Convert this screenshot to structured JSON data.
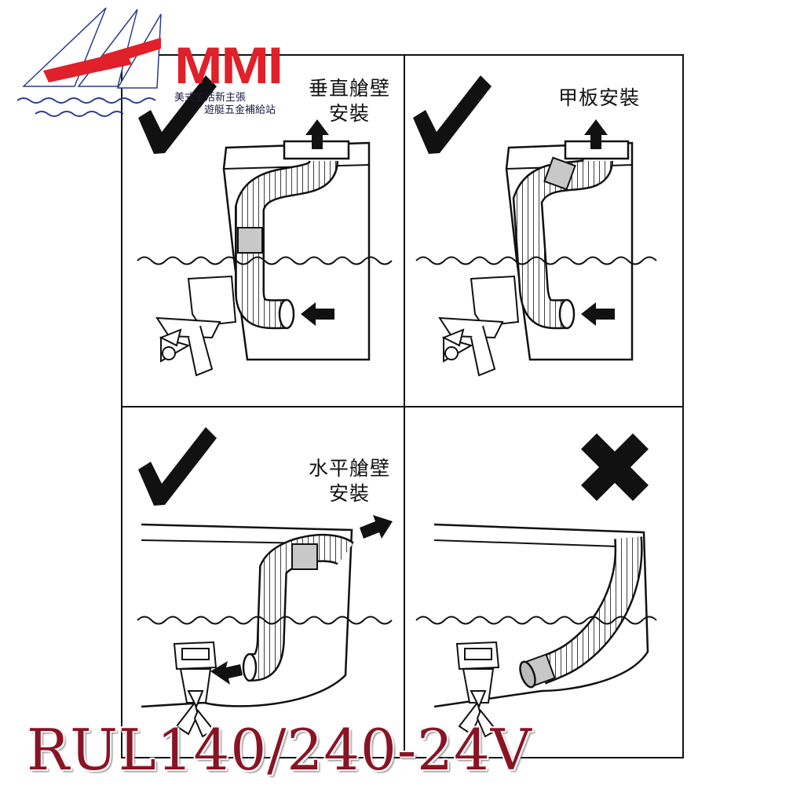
{
  "brand": {
    "name": "MMI",
    "tagline_line1": "美式生活新主張",
    "tagline_line2": "遊艇五金補給站"
  },
  "panels": [
    {
      "label_line1": "垂直艙壁",
      "label_line2": "安裝",
      "status": "correct"
    },
    {
      "label_line1": "甲板安裝",
      "label_line2": "",
      "status": "correct"
    },
    {
      "label_line1": "水平艙壁",
      "label_line2": "安裝",
      "status": "correct"
    },
    {
      "label_line1": "",
      "label_line2": "",
      "status": "incorrect"
    }
  ],
  "model": "RUL140/240-24V",
  "colors": {
    "brand_red": "#e0202a",
    "model_text": "#8a1424",
    "line": "#111111",
    "hose_sleeve": "#c8c8c8"
  },
  "icons": [
    "checkmark-icon",
    "cross-icon",
    "outflow-arrow-icon",
    "inflow-arrow-icon",
    "sailboat-logo-icon"
  ]
}
